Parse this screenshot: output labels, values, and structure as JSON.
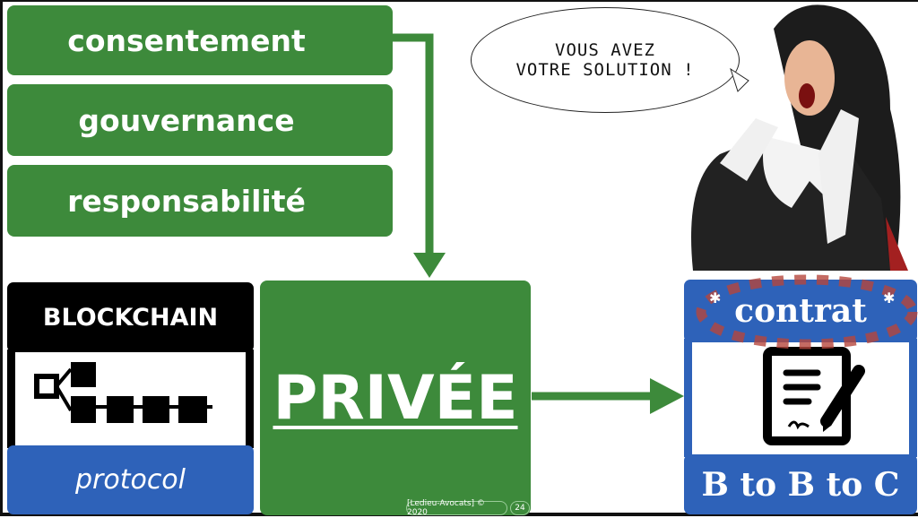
{
  "boxes": [
    "consentement",
    "gouvernance",
    "responsabilité"
  ],
  "speech": {
    "line1": "VOUS AVEZ",
    "line2": "VOTRE SOLUTION !"
  },
  "blockchain": {
    "title": "BLOCKCHAIN",
    "subtitle": "protocol"
  },
  "center": "PRIVÉE",
  "contract": {
    "title": "contrat",
    "subtitle": "B to B to C"
  },
  "footer": {
    "credit": "[Ledieu-Avocats] © 2020",
    "page": "24"
  },
  "colors": {
    "green": "#3d8a3b",
    "blue": "#2e62b9",
    "black": "#000000"
  }
}
